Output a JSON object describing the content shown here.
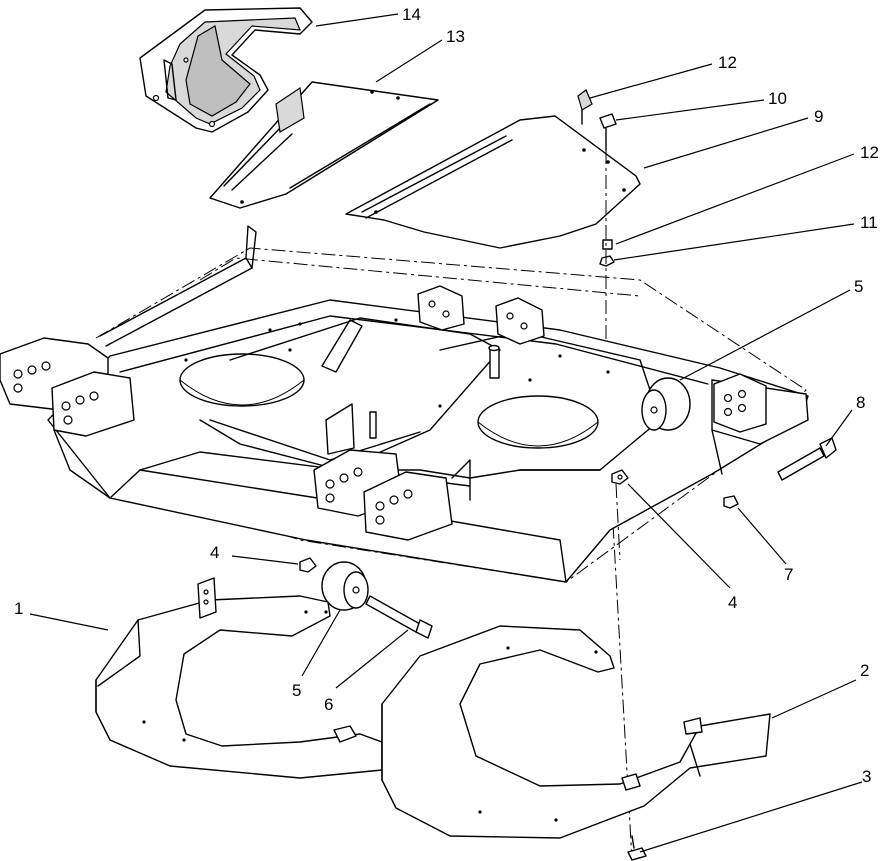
{
  "diagram": {
    "callouts": [
      {
        "id": "c14",
        "label": "14"
      },
      {
        "id": "c13",
        "label": "13"
      },
      {
        "id": "c12a",
        "label": "12"
      },
      {
        "id": "c10",
        "label": "10"
      },
      {
        "id": "c9",
        "label": "9"
      },
      {
        "id": "c12b",
        "label": "12"
      },
      {
        "id": "c11",
        "label": "11"
      },
      {
        "id": "c5a",
        "label": "5"
      },
      {
        "id": "c8",
        "label": "8"
      },
      {
        "id": "c7",
        "label": "7"
      },
      {
        "id": "c4a",
        "label": "4"
      },
      {
        "id": "c4b",
        "label": "4"
      },
      {
        "id": "c1",
        "label": "1"
      },
      {
        "id": "c5b",
        "label": "5"
      },
      {
        "id": "c6",
        "label": "6"
      },
      {
        "id": "c2",
        "label": "2"
      },
      {
        "id": "c3",
        "label": "3"
      }
    ]
  }
}
